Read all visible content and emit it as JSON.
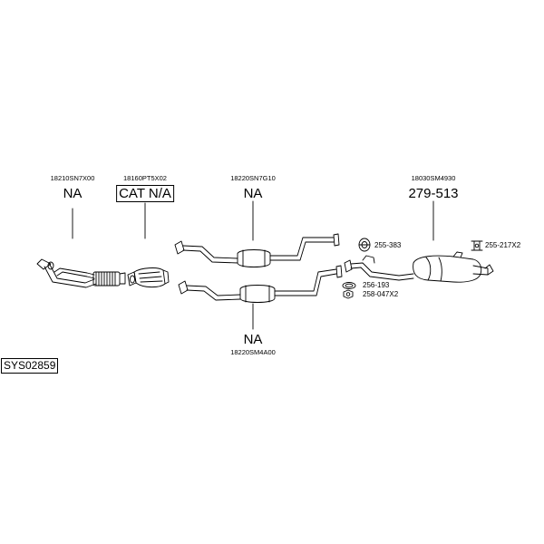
{
  "system_id": "SYS02859",
  "parts": {
    "front_pipe": {
      "code": "18210SN7X00",
      "status": "NA"
    },
    "catalyst": {
      "code": "18160PT5X02",
      "status": "CAT N/A"
    },
    "center_pipe_upper": {
      "code": "18220SN7G10",
      "status": "NA"
    },
    "center_pipe_lower": {
      "code": "18220SM4A00",
      "status": "NA"
    },
    "rear_silencer": {
      "code": "18030SM4930",
      "status": "279-513"
    }
  },
  "accessories": {
    "mount_rubber": "255-383",
    "rear_mount": "255-217X2",
    "gasket": "256-193",
    "nut": "258-047X2"
  }
}
